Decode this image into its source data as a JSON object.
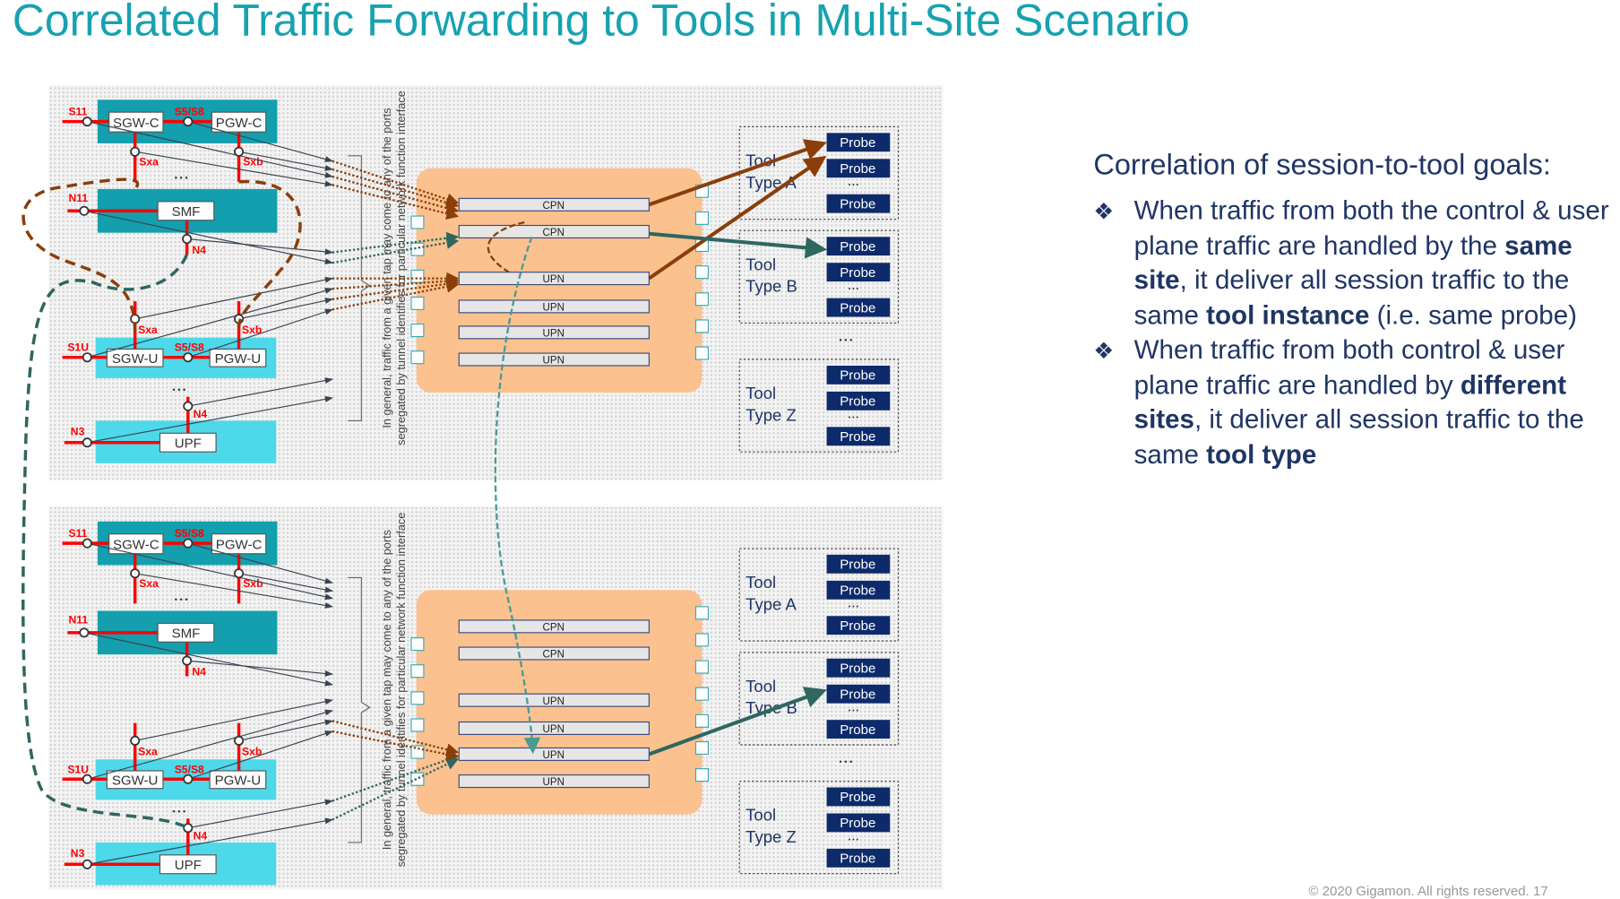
{
  "title": "Correlated Traffic Forwarding to Tools in Multi-Site Scenario",
  "goals": {
    "heading": "Correlation of session-to-tool goals:",
    "bullet_icon": "diamond-four-bullet-icon",
    "items": [
      [
        {
          "text": "When traffic from both the control & user plane traffic are handled by the ",
          "bold": false
        },
        {
          "text": "same site",
          "bold": true
        },
        {
          "text": ", it deliver all session traffic to the same ",
          "bold": false
        },
        {
          "text": "tool instance",
          "bold": true
        },
        {
          "text": " (i.e. same probe)",
          "bold": false
        }
      ],
      [
        {
          "text": "When traffic from both control & user plane traffic are handled by ",
          "bold": false
        },
        {
          "text": "different sites",
          "bold": true
        },
        {
          "text": ", it deliver all session traffic to the same ",
          "bold": false
        },
        {
          "text": "tool type",
          "bold": true
        }
      ]
    ]
  },
  "site": {
    "nodes": {
      "sgw_c": "SGW-C",
      "pgw_c": "PGW-C",
      "smf": "SMF",
      "sgw_u": "SGW-U",
      "pgw_u": "PGW-U",
      "upf": "UPF"
    },
    "interfaces": {
      "s11": "S11",
      "s5s8": "S5/S8",
      "sxa": "Sxa",
      "sxb": "Sxb",
      "n11": "N11",
      "n4": "N4",
      "s1u": "S1U",
      "n3": "N3"
    },
    "ellipsis": "• • •",
    "note_line1": "In general, traffic from a given tap may come to any of the ports",
    "note_line2": "segregated by tunnel identifies for particular network function interface",
    "ports": [
      "CPN",
      "CPN",
      "UPN",
      "UPN",
      "UPN",
      "UPN"
    ],
    "tools": [
      {
        "line1": "Tool",
        "line2": "Type A"
      },
      {
        "line1": "Tool",
        "line2": "Type B"
      },
      {
        "line1": "Tool",
        "line2": "Type Z"
      }
    ],
    "probe_label": "Probe",
    "probe_ellipsis": "• • •",
    "tool_ellipsis": "• • •"
  },
  "colors": {
    "title": "#17a2b0",
    "control_block": "#139fae",
    "user_block": "#4dd9ea",
    "interface_red": "#ff0000",
    "packet_broker": "#fbc18f",
    "probe": "#0d2a6b",
    "flow_brown": "#8b3e0a",
    "flow_teal": "#2f6660",
    "text_navy": "#1f3564"
  },
  "footer": "© 2020 Gigamon. All rights reserved. 17"
}
